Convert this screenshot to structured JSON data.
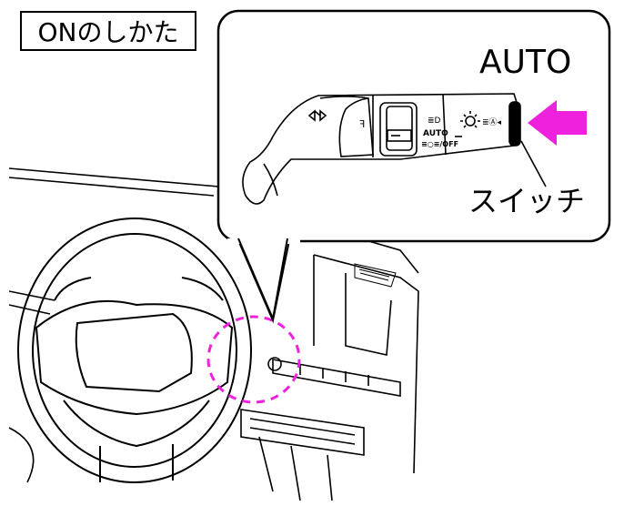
{
  "title": "ONのしかた",
  "callout": {
    "position_label": "AUTO",
    "switch_label": "スイッチ",
    "stalk_auto_label": "AUTO",
    "stalk_off_label": "≡○≡/OFF"
  },
  "colors": {
    "highlight": "#ee22dd",
    "line": "#000000"
  }
}
